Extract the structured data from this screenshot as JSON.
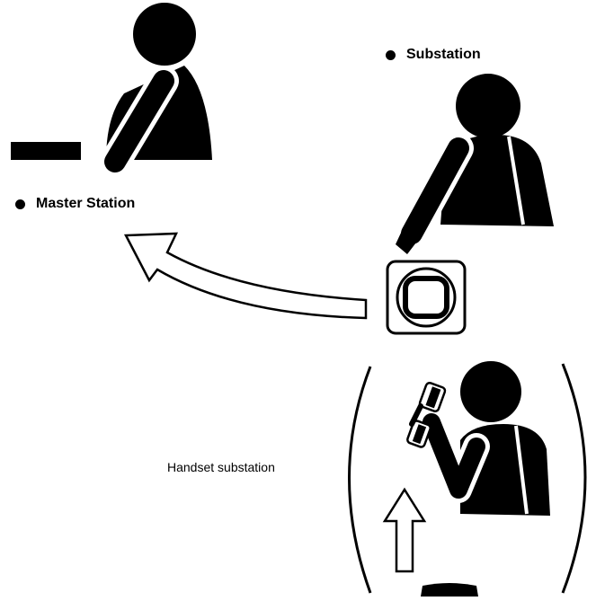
{
  "labels": {
    "master_station": "Master Station",
    "substation": "Substation",
    "handset_substation": "Handset substation"
  },
  "colors": {
    "ink": "#000000",
    "paper": "#ffffff"
  },
  "icons": {
    "master_person": "person-at-desk-icon",
    "substation_person": "person-pressing-button-icon",
    "call_button": "call-button-icon",
    "handset_person": "person-lifting-handset-icon"
  }
}
